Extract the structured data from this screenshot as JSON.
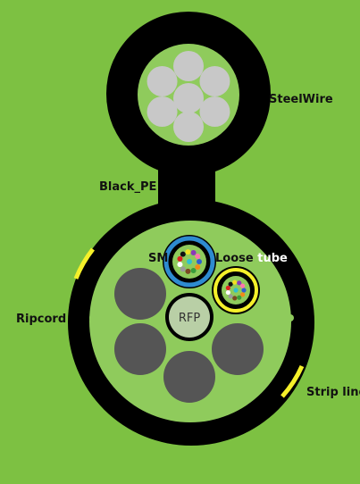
{
  "labels": {
    "steel_wire": "SteelWire",
    "black_pe": "Black_PE",
    "sm": "SM",
    "loose_tube_a": "Loose",
    "loose_tube_b": " tube",
    "ripcord": "Ripcord",
    "rfp": "RFP",
    "strip_line": "Strip line"
  },
  "colors": {
    "background": "#7dc142",
    "sheath": "#000000",
    "inner_fill": "#8fcb5c",
    "steel_strand": "#c8c8c8",
    "filler": "#555555",
    "rfp_fill": "#b9cfa6",
    "sm_tube_ring": "#2e8bd0",
    "loose_tube_ring": "#f5f02a",
    "strip_marker": "#f5f02a"
  },
  "fiber_colors": [
    "#2f5fd0",
    "#f08a1a",
    "#3a9b3a",
    "#7a4a22",
    "#9a9a9a",
    "#ffffff",
    "#e02020",
    "#111111",
    "#f2e020",
    "#8a3ab9",
    "#ff77aa",
    "#30c0d0"
  ]
}
